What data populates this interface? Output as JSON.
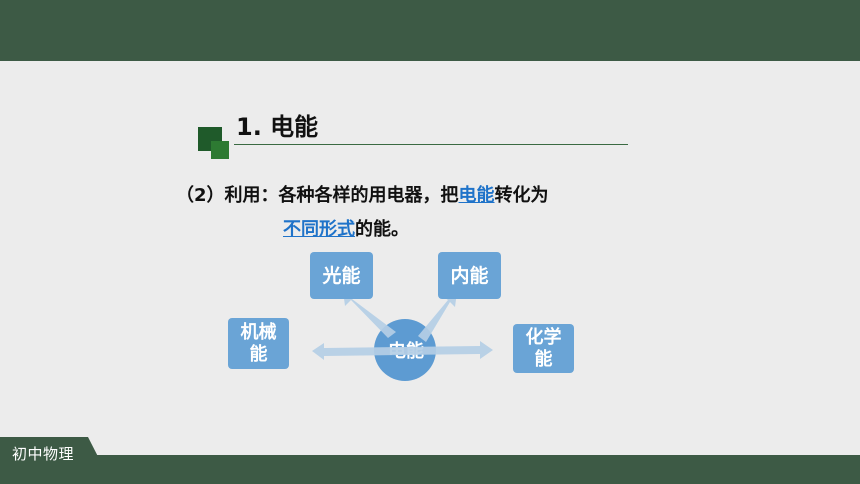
{
  "footer": {
    "label": "初中物理"
  },
  "section": {
    "title": "1. 电能"
  },
  "content": {
    "line1_prefix": "（2）利用：各种各样的用电器，把",
    "line1_highlight": "电能",
    "line1_suffix": "转化为",
    "line2_highlight": "不同形式",
    "line2_suffix": "的能。"
  },
  "diagram": {
    "center": "电能",
    "light": "光能",
    "internal": "内能",
    "mechanical_line1": "机械",
    "mechanical_line2": "能",
    "chemical_line1": "化学",
    "chemical_line2": "能"
  }
}
